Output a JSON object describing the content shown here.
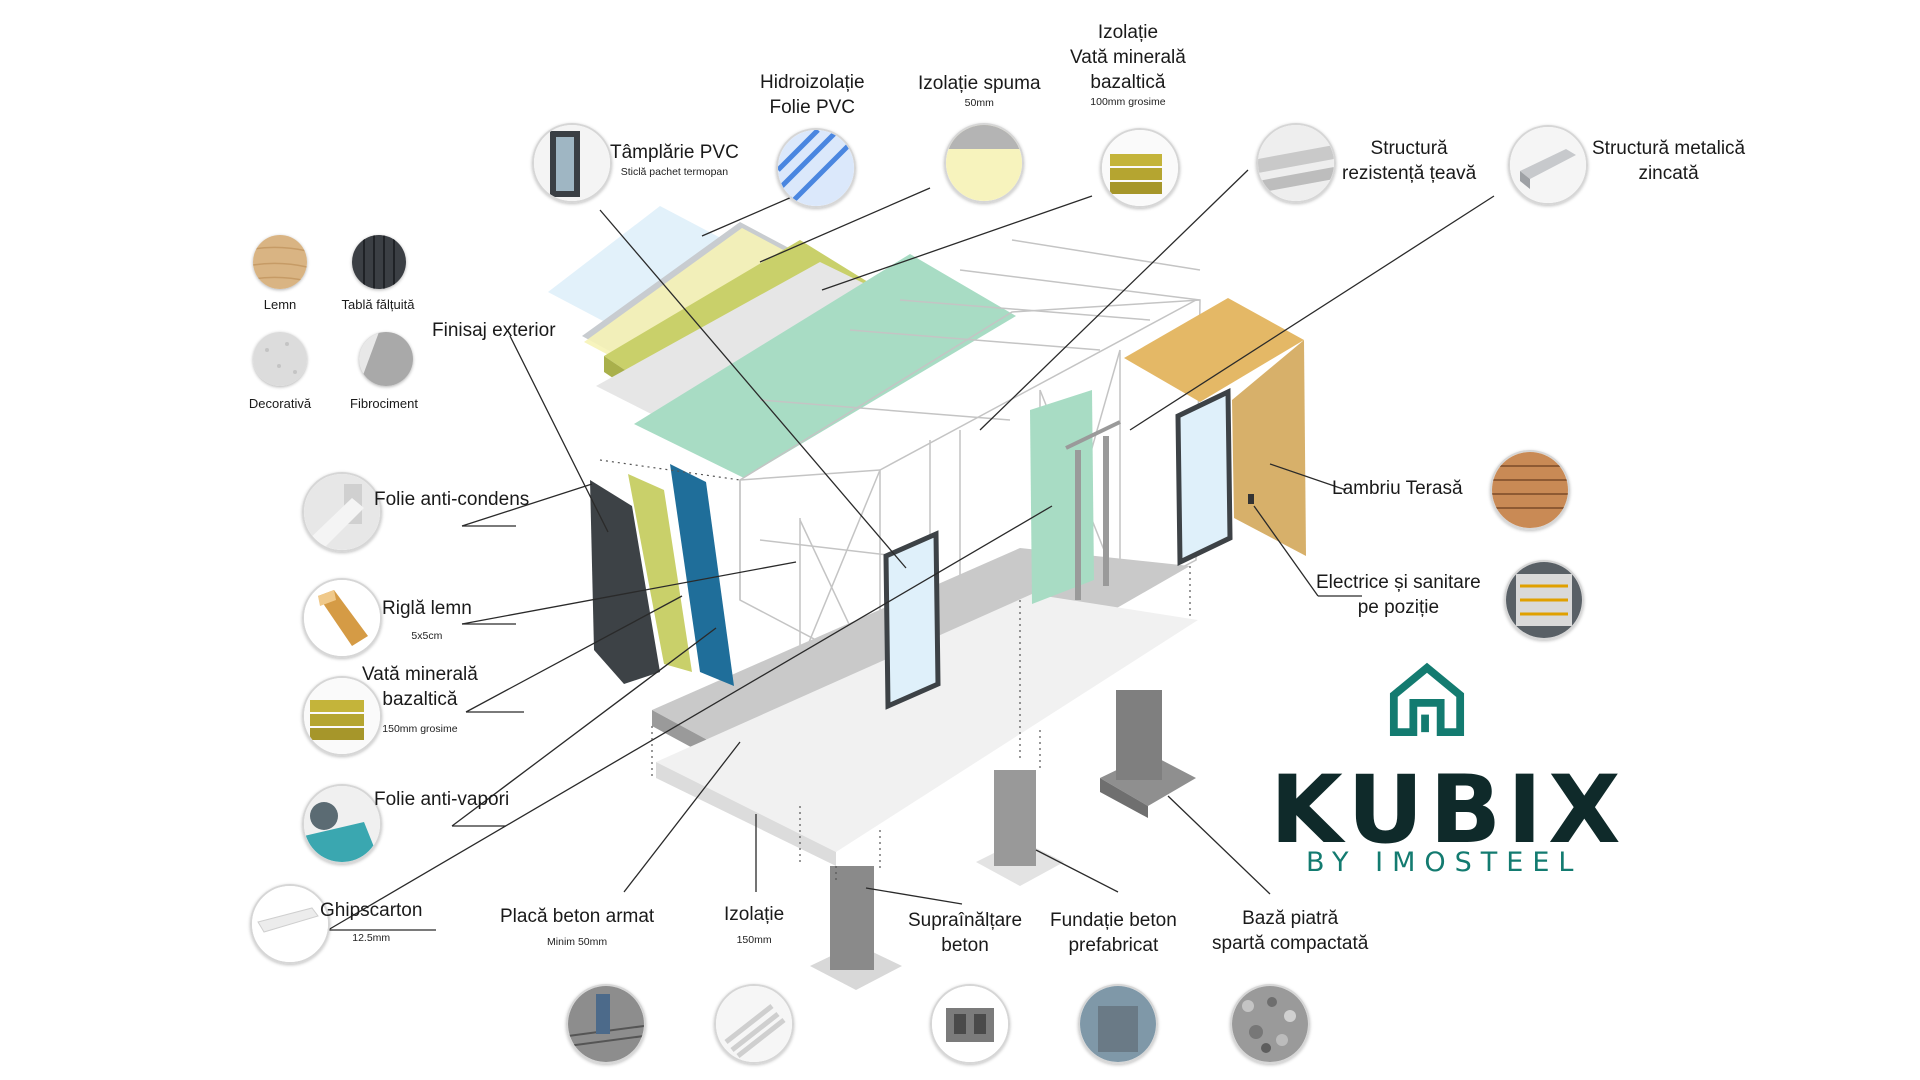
{
  "colors": {
    "brand_teal": "#137b70",
    "brand_dark": "#0f2a2a",
    "mineral_wool": "#c9d06a",
    "membrane_green": "#a8dcc4",
    "facade_blue": "#1f6e9a",
    "lambriu": "#d7b06a"
  },
  "finishes": [
    {
      "label": "Lemn",
      "icon": "wood-swatch-icon"
    },
    {
      "label": "Tablă fălțuită",
      "icon": "metal-sheet-swatch-icon"
    },
    {
      "label": "Decorativă",
      "icon": "decorative-plaster-swatch-icon"
    },
    {
      "label": "Fibrociment",
      "icon": "fiber-cement-swatch-icon"
    }
  ],
  "labels": {
    "tamplarie": {
      "title": "Tâmplărie PVC",
      "sub": "Sticlă pachet termopan"
    },
    "hidroizolatie": {
      "line1": "Hidroizolație",
      "line2": "Folie PVC"
    },
    "izolatie_spuma": {
      "title": "Izolație spuma",
      "sub": "50mm"
    },
    "vata_top": {
      "line1": "Izolație",
      "line2": "Vată minerală",
      "line3": "bazaltică",
      "sub": "100mm grosime"
    },
    "structura_rez": {
      "line1": "Structură",
      "line2": "rezistență țeavă"
    },
    "structura_met": {
      "line1": "Structură metalică",
      "line2": "zincată"
    },
    "finisaj": {
      "title": "Finisaj exterior"
    },
    "folie_condens": {
      "title": "Folie anti-condens"
    },
    "rigla": {
      "title": "Riglă lemn",
      "sub": "5x5cm"
    },
    "vata_side": {
      "line1": "Vată minerală",
      "line2": "bazaltică",
      "sub": "150mm grosime"
    },
    "folie_vapori": {
      "title": "Folie anti-vapori"
    },
    "ghips": {
      "title": "Ghipscarton",
      "sub": "12.5mm"
    },
    "placa": {
      "title": "Placă beton armat",
      "sub": "Minim 50mm"
    },
    "izolatie_bottom": {
      "title": "Izolație",
      "sub": "150mm"
    },
    "supra": {
      "line1": "Supraînălțare",
      "line2": "beton"
    },
    "fundatie": {
      "line1": "Fundație beton",
      "line2": "prefabricat"
    },
    "baza": {
      "line1": "Bază piatră",
      "line2": "spartă compactată"
    },
    "lambriu": {
      "title": "Lambriu Terasă"
    },
    "electrice": {
      "line1": "Electrice și sanitare",
      "line2": "pe poziție"
    }
  },
  "brand": {
    "name": "KUBIX",
    "sub": "BY IMOSTEEL",
    "logo": "house-logo-icon"
  }
}
